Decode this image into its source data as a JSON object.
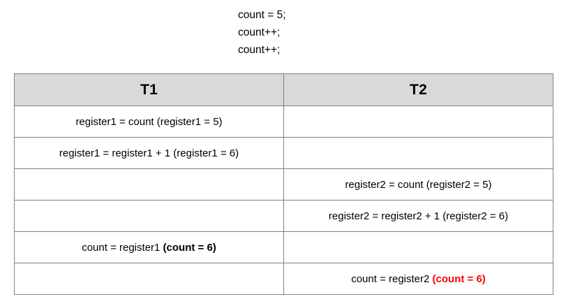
{
  "code_block": {
    "lines": [
      "count = 5;",
      "count++;",
      "count++;"
    ]
  },
  "table": {
    "columns": [
      {
        "label": "T1"
      },
      {
        "label": "T2"
      }
    ],
    "header_background": "#D9D9D9",
    "border_color": "#808080",
    "rows": [
      {
        "t1": {
          "text": "register1 = count (register1 = 5)",
          "emphasis": "",
          "emphasis_color": ""
        },
        "t2": {
          "text": "",
          "emphasis": "",
          "emphasis_color": ""
        }
      },
      {
        "t1": {
          "text": "register1 = register1 + 1 (register1 = 6)",
          "emphasis": "",
          "emphasis_color": ""
        },
        "t2": {
          "text": "",
          "emphasis": "",
          "emphasis_color": ""
        }
      },
      {
        "t1": {
          "text": "",
          "emphasis": "",
          "emphasis_color": ""
        },
        "t2": {
          "text": "register2 = count (register2 = 5)",
          "emphasis": "",
          "emphasis_color": ""
        }
      },
      {
        "t1": {
          "text": "",
          "emphasis": "",
          "emphasis_color": ""
        },
        "t2": {
          "text": "register2 = register2 + 1 (register2 = 6)",
          "emphasis": "",
          "emphasis_color": ""
        }
      },
      {
        "t1": {
          "text": "count = register1 ",
          "emphasis": "(count = 6)",
          "emphasis_color": "#000000"
        },
        "t2": {
          "text": "",
          "emphasis": "",
          "emphasis_color": ""
        }
      },
      {
        "t1": {
          "text": "",
          "emphasis": "",
          "emphasis_color": ""
        },
        "t2": {
          "text": "count = register2 ",
          "emphasis": "(count = 6)",
          "emphasis_color": "#FF0000"
        }
      }
    ]
  }
}
